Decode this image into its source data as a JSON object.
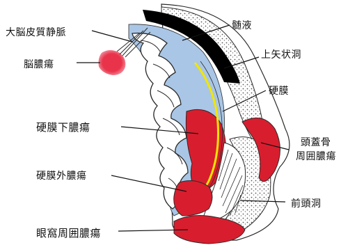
{
  "labels": {
    "cerebral_vein": "大脳皮質静脈",
    "brain_abscess": "脳膿瘍",
    "csf": "髄液",
    "superior_sagittal_sinus": "上矢状洞",
    "dura": "硬膜",
    "subdural_abscess": "硬膜下膿瘍",
    "cranial_abscess_line1": "頭蓋骨",
    "cranial_abscess_line2": "周囲膿瘍",
    "epidural_abscess": "硬膜外膿瘍",
    "frontal_sinus": "前頭洞",
    "orbital_abscess": "眼窩周囲膿瘍"
  },
  "colors": {
    "bone": "#000000",
    "csf": "#a9c6e6",
    "dura": "#f2e600",
    "abscess": "#d81e2e",
    "brain_abscess": "#e8334a",
    "skull_stipple": "#d8d8d8",
    "outline": "#2a2a2a"
  }
}
